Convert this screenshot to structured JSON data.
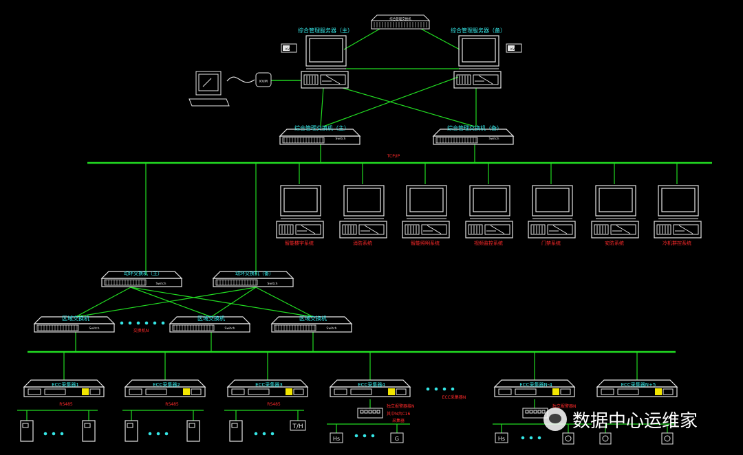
{
  "colors": {
    "line": "#22dd22",
    "device": "#e6e6e6",
    "cyan": "#35e6e6",
    "red": "#ff2a2a",
    "bg": "#000000"
  },
  "top_switch_label": "综合管理交换机",
  "servers": {
    "main_label": "综合管理服务器（主）",
    "backup_label": "综合管理服务器（备）",
    "kvm_small": "KVM"
  },
  "kvm": {
    "label": "KVM"
  },
  "mgmt_switches": {
    "main_label": "综合管理交换机（主）",
    "backup_label": "综合管理交换机（备）",
    "switch_text": "Switch"
  },
  "tcp_label": "TCP/IP",
  "subsystems": [
    "智能楼宇系统",
    "消防系统",
    "智能照明系统",
    "视频监控系统",
    "门禁系统",
    "安防系统",
    "冷机群控系统"
  ],
  "ring_switches": {
    "main_label": "动环交换机（主）",
    "backup_label": "动环交换机（备）"
  },
  "area_switches": {
    "label": "区域交换机",
    "count_label": "交换机N"
  },
  "collectors": {
    "labels": [
      "ECC采集器1",
      "ECC采集器2",
      "ECC采集器3",
      "ECC采集器4",
      "ECC采集器N-4",
      "ECC采集器N+5"
    ],
    "rs485": "RS485",
    "count_label": "ECC采集器N",
    "sub_label_1": "独立报警器接N",
    "sub_label_2": "其中N台C16",
    "sub_label_3": "采集器",
    "sub_label_4": "独立报警器N"
  },
  "sensors": {
    "th": "T/H",
    "h": "Hs",
    "g": "G"
  },
  "watermark": "数据中心运维家"
}
